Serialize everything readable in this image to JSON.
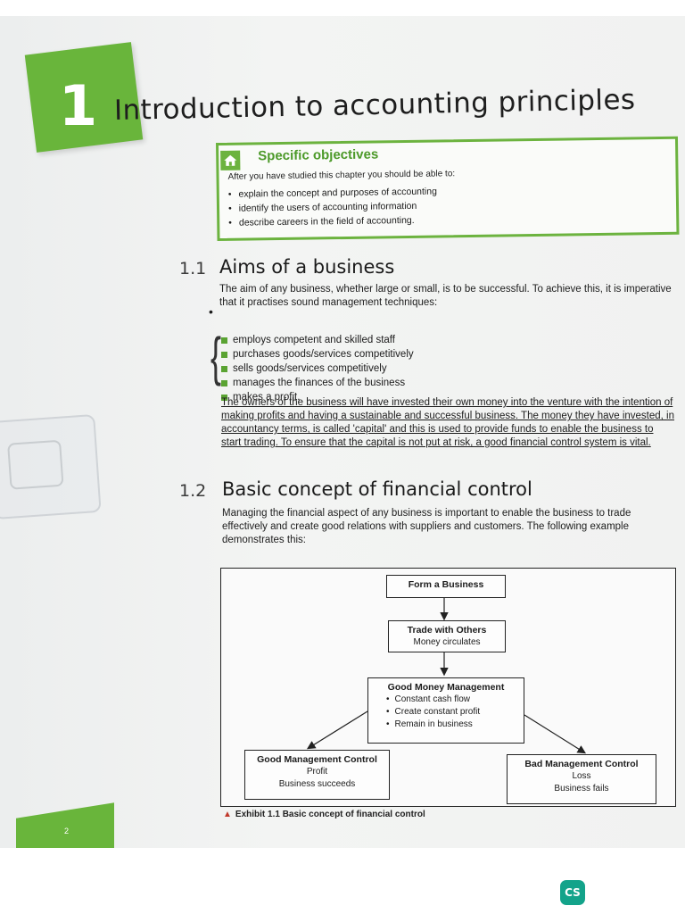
{
  "chapter": {
    "number": "1",
    "title": "Introduction to accounting principles"
  },
  "objectives": {
    "icon": "home-icon",
    "title": "Specific objectives",
    "intro": "After you have studied this chapter you should be able to:",
    "items": [
      "explain the concept and purposes of accounting",
      "identify the users of accounting information",
      "describe careers in the field of accounting."
    ]
  },
  "section1": {
    "number": "1.1",
    "title": "Aims of a business",
    "intro": "The aim of any business, whether large or small, is to be successful. To achieve this, it is imperative that it practises sound management techniques:",
    "items": [
      "employs competent and skilled staff",
      "purchases goods/services competitively",
      "sells goods/services competitively",
      "manages the finances of the business",
      "makes a profit."
    ],
    "paragraph": "The owners of the business will have invested their own money into the venture with the intention of making profits and having a sustainable and successful business. The money they have invested, in accountancy terms, is called 'capital' and this is used to provide funds to enable the business to start trading. To ensure that the capital is not put at risk, a good financial control system is vital."
  },
  "section2": {
    "number": "1.2",
    "title": "Basic concept of financial control",
    "intro": "Managing the financial aspect of any business is important to enable the business to trade effectively and create good relations with suppliers and customers. The following example demonstrates this:"
  },
  "diagram": {
    "node1": {
      "title": "Form a Business"
    },
    "node2": {
      "title": "Trade with Others",
      "sub": "Money circulates"
    },
    "node3": {
      "title": "Good Money Management",
      "items": [
        "Constant cash flow",
        "Create constant profit",
        "Remain in business"
      ]
    },
    "node4": {
      "title": "Good Management Control",
      "line1": "Profit",
      "line2": "Business succeeds"
    },
    "node5": {
      "title": "Bad Management Control",
      "line1": "Loss",
      "line2": "Business fails"
    }
  },
  "caption": "Exhibit 1.1 Basic concept of financial control",
  "page_number": "2",
  "scanner_badge": "CS",
  "colors": {
    "accent_green": "#69b53b",
    "caption_marker": "#c0392b",
    "badge": "#13a38a"
  }
}
